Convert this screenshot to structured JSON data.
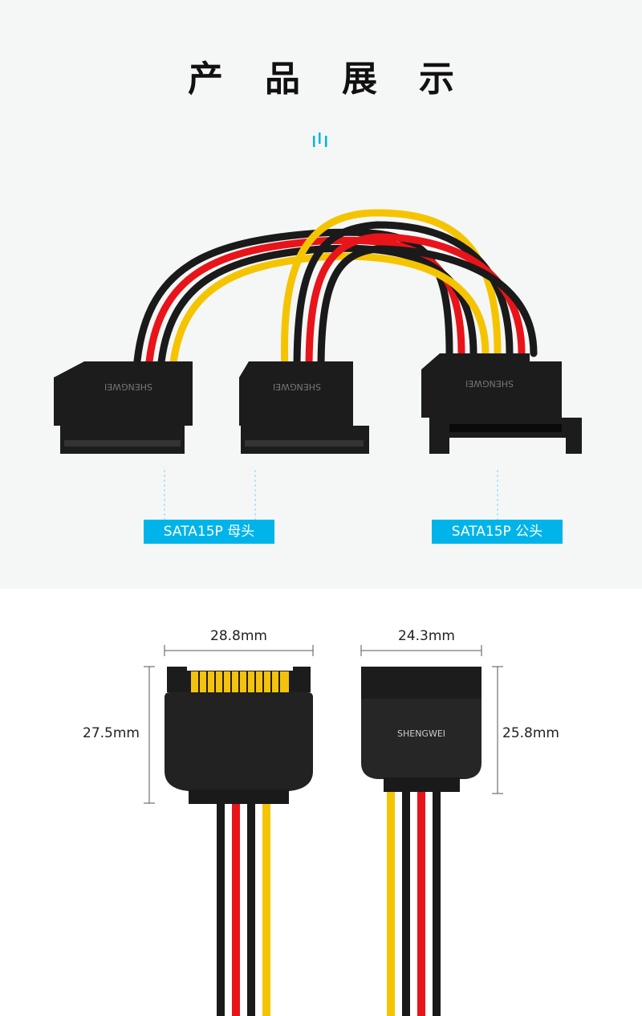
{
  "header": {
    "title": "产品展示"
  },
  "labels": {
    "female": "SATA15P 母头",
    "male": "SATA15P 公头"
  },
  "brand": "SHENGWEI",
  "dimensions": {
    "male_width": "28.8mm",
    "male_height": "27.5mm",
    "female_width": "24.3mm",
    "female_height": "25.8mm"
  },
  "colors": {
    "accent": "#00b4ea",
    "red_wire": "#e8141a",
    "yellow_wire": "#f5c400",
    "black_wire": "#1a1a1a"
  }
}
